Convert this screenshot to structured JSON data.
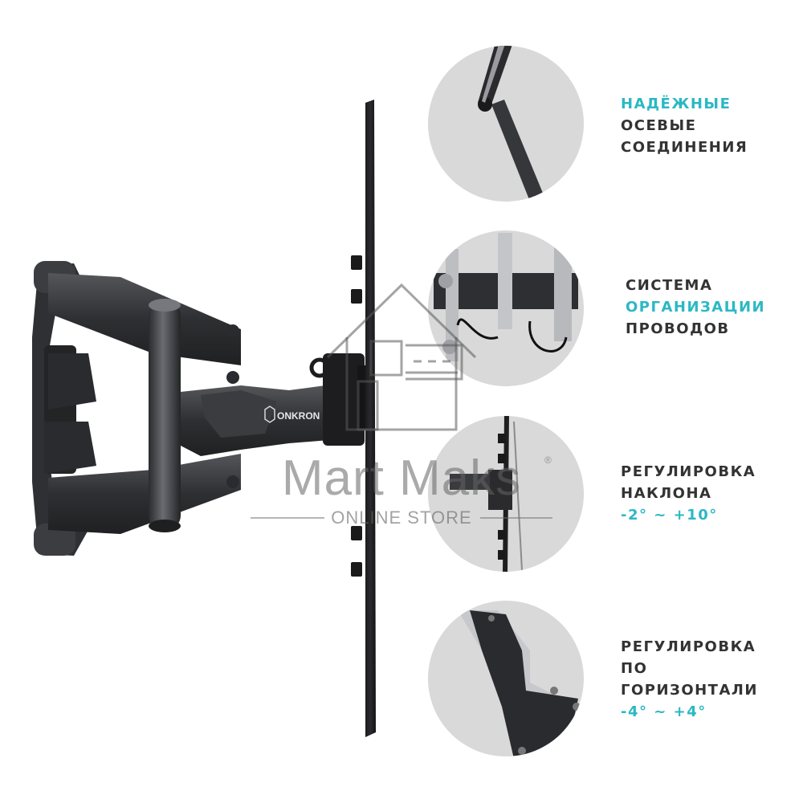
{
  "colors": {
    "accent": "#2bb8c4",
    "text": "#333333",
    "bracket": "#3a3a3d",
    "circle_bg": "#d9d9d9"
  },
  "product": {
    "brand_logo_text": "ONKRON"
  },
  "watermark": {
    "name": "Mart Maks",
    "registered": "®",
    "tagline": "ONLINE STORE"
  },
  "features": [
    {
      "lines": [
        {
          "text": "НАДЁЖНЫЕ",
          "accent": true
        },
        {
          "text": "ОСЕВЫЕ",
          "accent": false
        },
        {
          "text": "СОЕДИНЕНИЯ",
          "accent": false
        }
      ]
    },
    {
      "lines": [
        {
          "text": "СИСТЕМА",
          "accent": false
        },
        {
          "text": "ОРГАНИЗАЦИИ",
          "accent": true
        },
        {
          "text": "ПРОВОДОВ",
          "accent": false
        }
      ]
    },
    {
      "lines": [
        {
          "text": "РЕГУЛИРОВКА",
          "accent": false
        },
        {
          "text": "НАКЛОНА",
          "accent": false
        },
        {
          "text": "-2° ~ +10°",
          "accent": true
        }
      ]
    },
    {
      "lines": [
        {
          "text": "РЕГУЛИРОВКА",
          "accent": false
        },
        {
          "text": "ПО",
          "accent": false
        },
        {
          "text": "ГОРИЗОНТАЛИ",
          "accent": false
        },
        {
          "text": "-4° ~ +4°",
          "accent": true
        }
      ]
    }
  ]
}
